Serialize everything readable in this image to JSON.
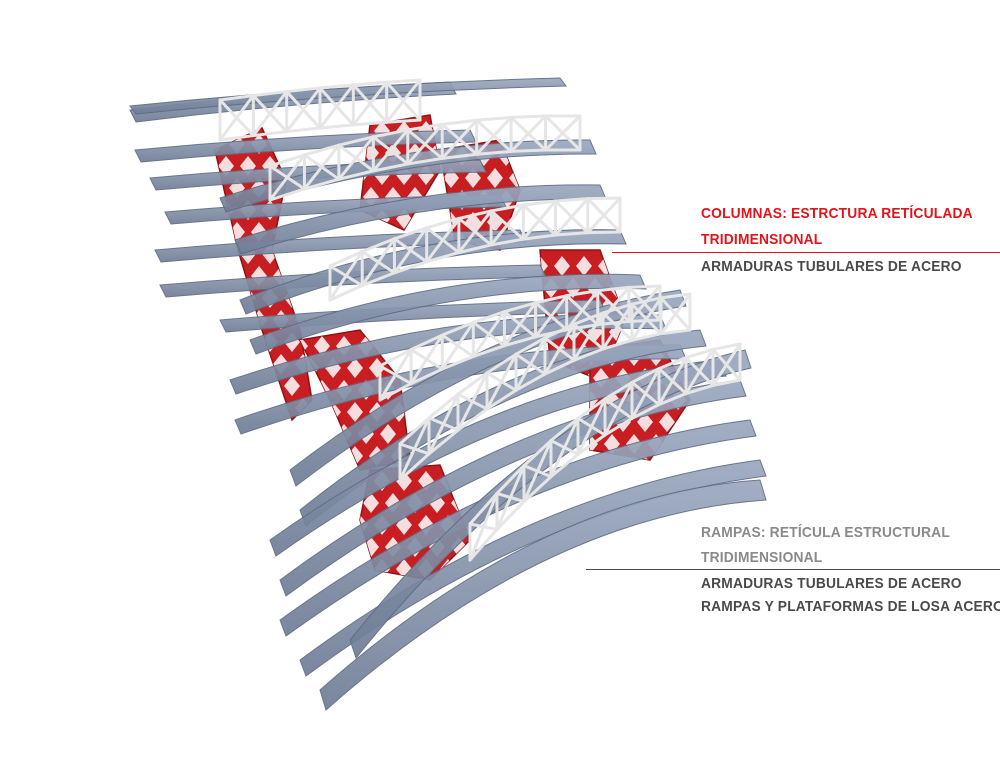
{
  "columns_callout": {
    "heading_line1": "COLUMNAS: ESTRCTURA RETÍCULADA",
    "heading_line2": "TRIDIMENSIONAL",
    "detail_line1": "ARMADURAS TUBULARES DE ACERO",
    "heading_color": "#e3131b",
    "detail_color": "#4a4a4a"
  },
  "ramps_callout": {
    "heading_line1": "RAMPAS: RETÍCULA ESTRUCTURAL",
    "heading_line2": "TRIDIMENSIONAL",
    "detail_line1": "ARMADURAS TUBULARES DE ACERO",
    "detail_line2": "RAMPAS Y PLATAFORMAS DE LOSA ACERO",
    "heading_color": "#8a8a8a",
    "detail_color": "#4a4a4a"
  },
  "colors": {
    "slab": "#8796ae",
    "slab_edge": "#5e6b82",
    "truss": "#e6e6e6",
    "column": "#c81e22"
  }
}
